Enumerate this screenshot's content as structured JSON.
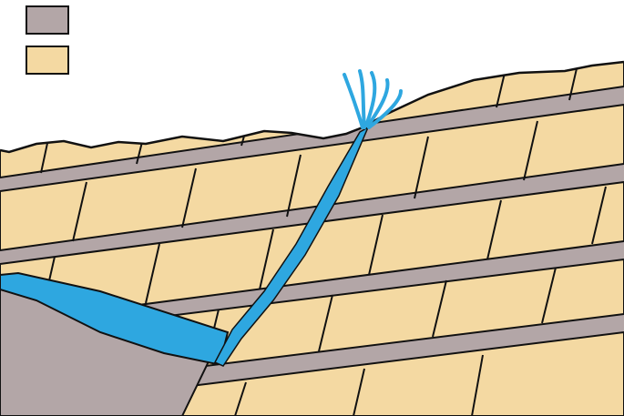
{
  "colors": {
    "shale": "#b3a6a7",
    "limestone": "#f4d9a2",
    "water": "#2ea7e0",
    "outline": "#111111",
    "background": "#ffffff"
  },
  "legend": [
    {
      "id": "shale",
      "label": "",
      "color": "#b3a6a7"
    },
    {
      "id": "limestone",
      "label": "",
      "color": "#f4d9a2"
    }
  ],
  "features": [
    "sinkhole-spring-channel",
    "underground-water-pool",
    "alternating-rock-strata"
  ]
}
